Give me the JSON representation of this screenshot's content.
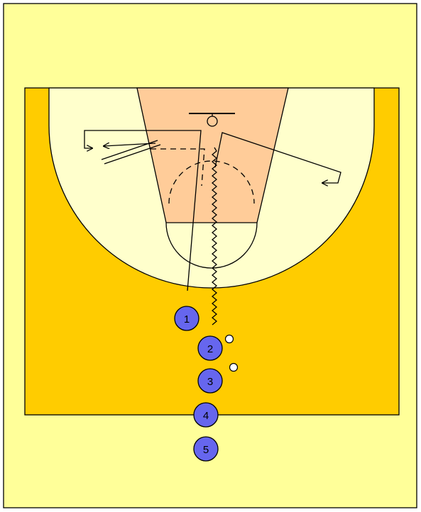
{
  "diagram": {
    "type": "basketball-drill",
    "court": {
      "background_color": "#ffff99",
      "half_court_color": "#ffcc00",
      "three_point_area_color": "#ffffcc",
      "lane_color": "#ffcc99",
      "line_color": "#000000"
    },
    "players": [
      {
        "label": "1"
      },
      {
        "label": "2"
      },
      {
        "label": "3"
      },
      {
        "label": "4"
      },
      {
        "label": "5"
      }
    ],
    "player_color": "#6666ee",
    "ball_color": "#ffffff"
  }
}
